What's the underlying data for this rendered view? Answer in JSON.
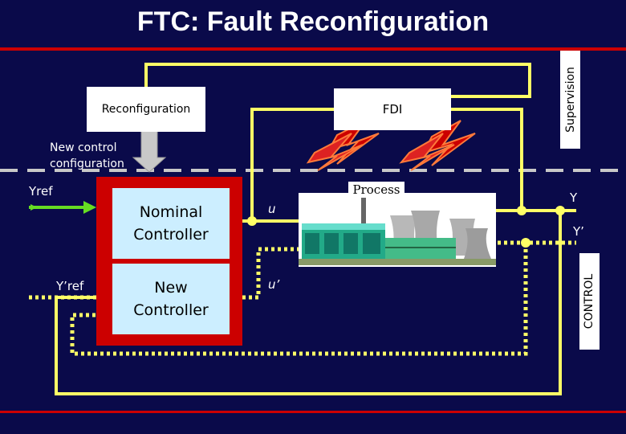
{
  "title": "FTC: Fault Reconfiguration",
  "blocks": {
    "reconfiguration": "Reconfiguration",
    "fdi": "FDI",
    "nominal_controller": [
      "Nominal",
      "Controller"
    ],
    "new_controller": [
      "New",
      "Controller"
    ],
    "process": "Process"
  },
  "side_labels": {
    "supervision": "Supervision",
    "control": "CONTROL"
  },
  "signals": {
    "new_control_configuration": [
      "New control",
      "configuration"
    ],
    "yref": "Yref",
    "y_prime_ref": "Y’ref",
    "u": "u",
    "u_prime": "u’",
    "y": "Y",
    "y_prime": "Y’"
  },
  "colors": {
    "background": "#0a0a4a",
    "wire": "#ffff66",
    "controller_frame": "#cc0000",
    "controller_box": "#cceeff",
    "arrow_green": "#66dd22",
    "lightning": "#cc0000"
  }
}
